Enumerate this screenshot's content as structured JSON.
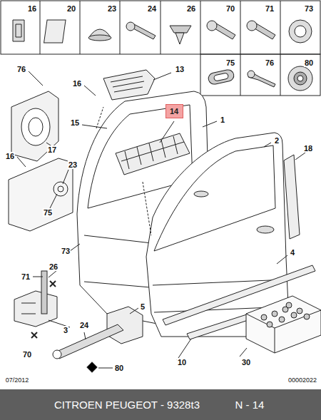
{
  "diagram": {
    "nodes": [
      {
        "text": [
          "14"
        ]
      }
    ],
    "labels": [
      "16",
      "20",
      "23",
      "24",
      "26",
      "70",
      "71",
      "73",
      "75",
      "76",
      "80",
      "76",
      "13",
      "16",
      "1",
      "15",
      "2",
      "17",
      "18",
      "16",
      "23",
      "75",
      "73",
      "4",
      "71",
      "26",
      "5",
      "3",
      "24",
      "70",
      "10",
      "80",
      "30",
      "07/2012",
      "00002022",
      "CITROEN PEUGEOT - 9328t3",
      "N - 14"
    ]
  }
}
